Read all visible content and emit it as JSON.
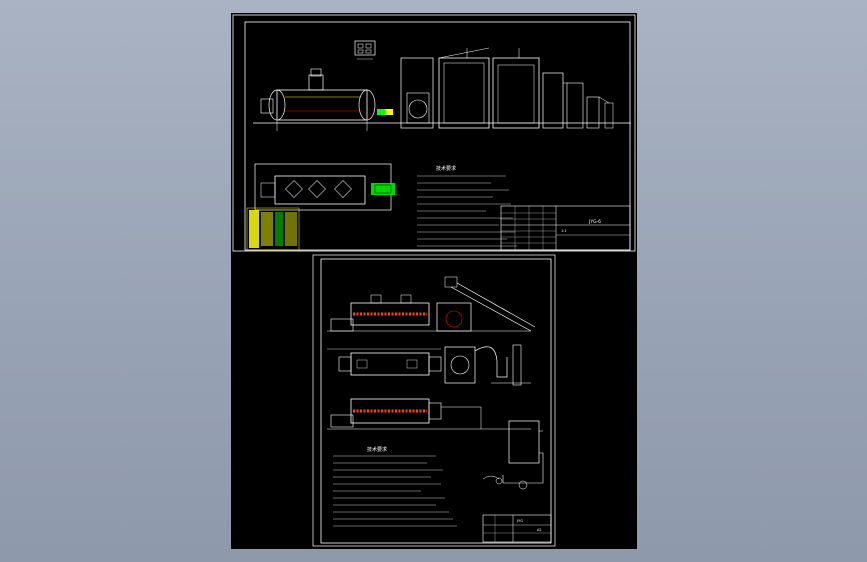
{
  "sheets": [
    {
      "name": "top-drawing",
      "colors": {
        "background": "#000000",
        "line": "#ffffff",
        "accent_yellow": "#ffff00",
        "accent_green": "#00ff00",
        "accent_red": "#ff0000",
        "accent_cyan": "#00ffff"
      },
      "notes_title": "技术要求",
      "title_block_name": "JYG-6",
      "scale_label": "1:1"
    },
    {
      "name": "bottom-drawing",
      "colors": {
        "background": "#000000",
        "line": "#ffffff",
        "accent_yellow": "#ffff00",
        "accent_green": "#00ff00",
        "accent_red": "#ff0000"
      },
      "notes_title": "技术要求",
      "title_block_name": "JYG",
      "sheet_label": "A2"
    }
  ]
}
